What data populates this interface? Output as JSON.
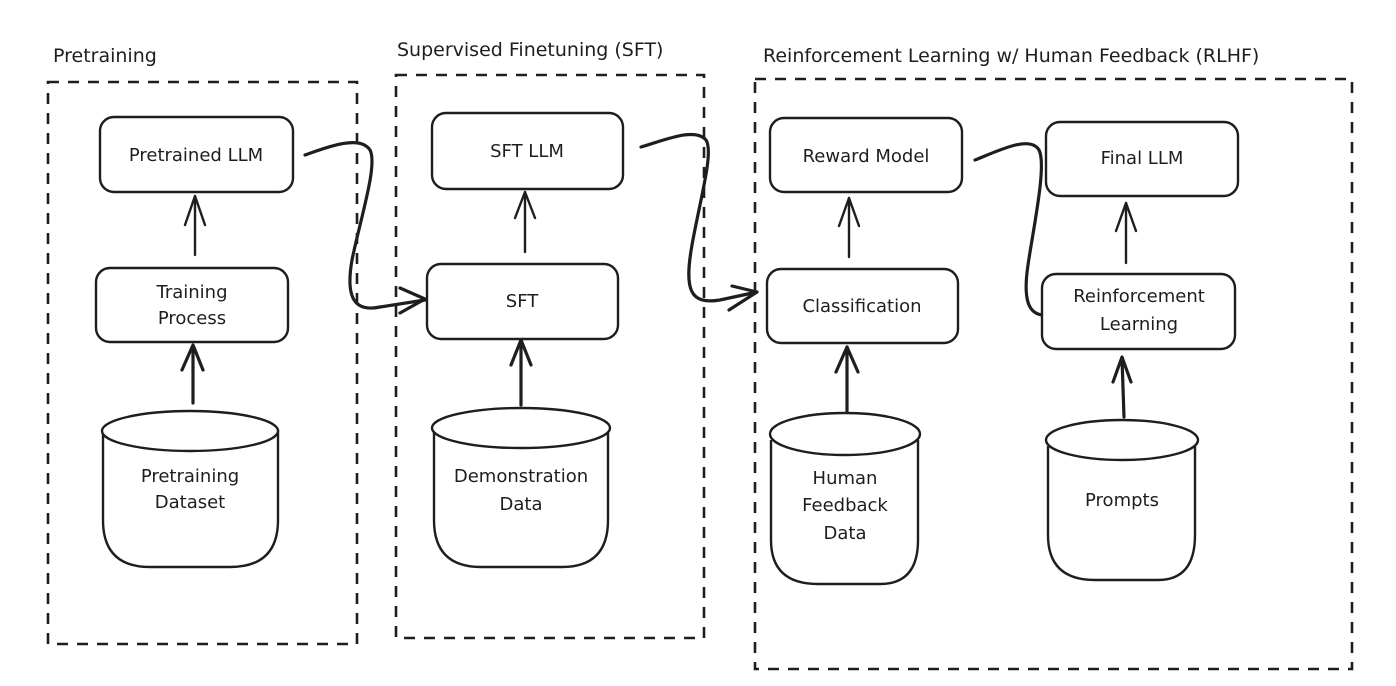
{
  "diagram": {
    "title": "LLM training pipeline",
    "stages": [
      {
        "id": "pretraining",
        "title": "Pretraining"
      },
      {
        "id": "sft",
        "title": "Supervised Finetuning (SFT)"
      },
      {
        "id": "rlhf",
        "title": "Reinforcement Learning w/ Human Feedback (RLHF)"
      }
    ],
    "nodes": {
      "pretrained_llm": {
        "label": [
          "Pretrained LLM"
        ],
        "shape": "rounded-box",
        "stage": "pretraining"
      },
      "training_process": {
        "label": [
          "Training",
          "Process"
        ],
        "shape": "rounded-box",
        "stage": "pretraining"
      },
      "pretraining_dataset": {
        "label": [
          "Pretraining",
          "Dataset"
        ],
        "shape": "cylinder",
        "stage": "pretraining"
      },
      "sft_llm": {
        "label": [
          "SFT LLM"
        ],
        "shape": "rounded-box",
        "stage": "sft"
      },
      "sft": {
        "label": [
          "SFT"
        ],
        "shape": "rounded-box",
        "stage": "sft"
      },
      "demonstration_data": {
        "label": [
          "Demonstration",
          "Data"
        ],
        "shape": "cylinder",
        "stage": "sft"
      },
      "reward_model": {
        "label": [
          "Reward Model"
        ],
        "shape": "rounded-box",
        "stage": "rlhf"
      },
      "classification": {
        "label": [
          "Classification"
        ],
        "shape": "rounded-box",
        "stage": "rlhf"
      },
      "human_feedback_data": {
        "label": [
          "Human",
          "Feedback",
          "Data"
        ],
        "shape": "cylinder",
        "stage": "rlhf"
      },
      "final_llm": {
        "label": [
          "Final LLM"
        ],
        "shape": "rounded-box",
        "stage": "rlhf"
      },
      "reinforcement_learning": {
        "label": [
          "Reinforcement",
          "Learning"
        ],
        "shape": "rounded-box",
        "stage": "rlhf"
      },
      "prompts": {
        "label": [
          "Prompts"
        ],
        "shape": "cylinder",
        "stage": "rlhf"
      }
    },
    "edges": [
      {
        "from": "pretraining_dataset",
        "to": "training_process"
      },
      {
        "from": "training_process",
        "to": "pretrained_llm"
      },
      {
        "from": "pretrained_llm",
        "to": "sft"
      },
      {
        "from": "demonstration_data",
        "to": "sft"
      },
      {
        "from": "sft",
        "to": "sft_llm"
      },
      {
        "from": "sft_llm",
        "to": "classification"
      },
      {
        "from": "human_feedback_data",
        "to": "classification"
      },
      {
        "from": "classification",
        "to": "reward_model"
      },
      {
        "from": "reward_model",
        "to": "reinforcement_learning"
      },
      {
        "from": "prompts",
        "to": "reinforcement_learning"
      },
      {
        "from": "reinforcement_learning",
        "to": "final_llm"
      }
    ],
    "colors": {
      "ink": "#1e1e1e",
      "background": "#ffffff"
    }
  }
}
